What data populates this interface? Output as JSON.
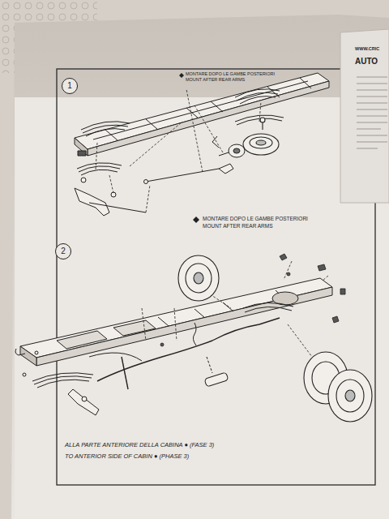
{
  "diagram": {
    "nodes": [
      {
        "text": [
          "1"
        ]
      },
      {
        "text": [
          "2"
        ]
      }
    ],
    "labels": [
      "WWW.CRIC",
      "AUTO",
      "MONTARE DOPO LE GAMBE POSTERIORI",
      "MOUNT AFTER REAR ARMS",
      "MONTARE DOPO LE GAMBE POSTERIORI",
      "MOUNT AFTER REAR ARMS",
      "ALLA PARTE ANTERIORE DELLA CABINA ● (FASE 3)",
      "TO ANTERIOR SIDE OF CABIN ● (PHASE 3)"
    ]
  }
}
